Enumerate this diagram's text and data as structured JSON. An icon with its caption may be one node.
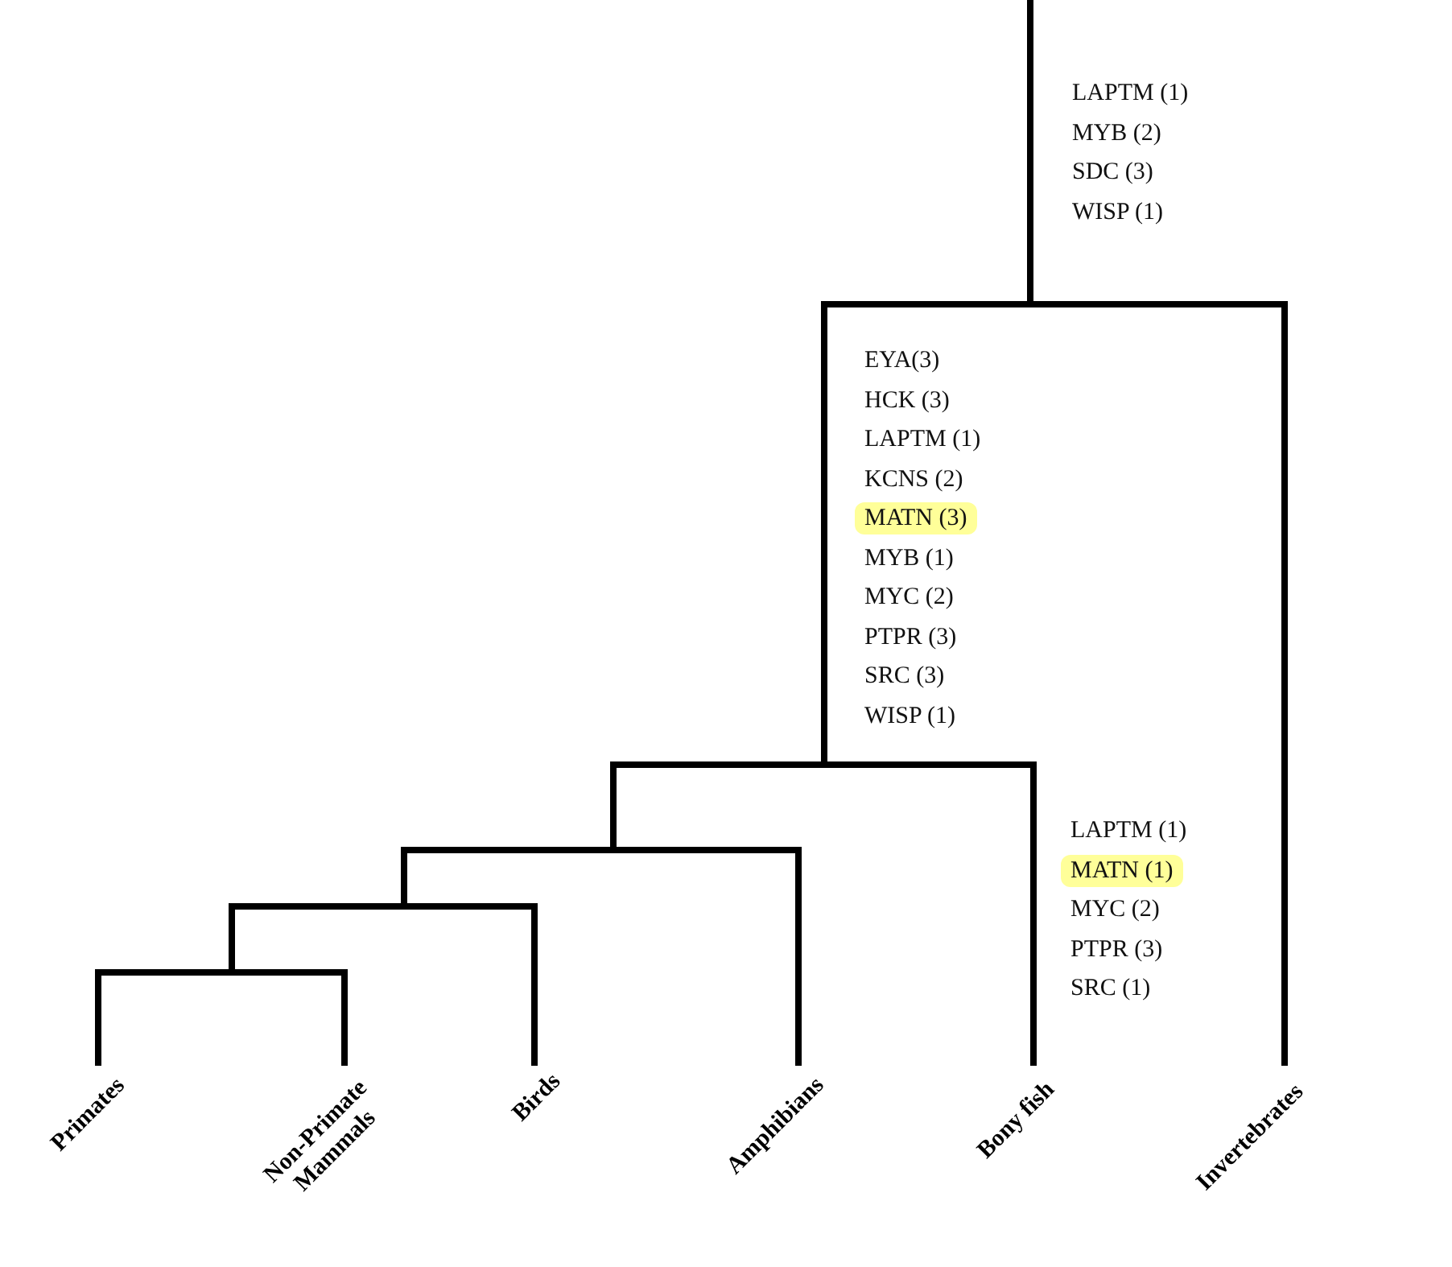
{
  "diagram": {
    "nodes": [
      {
        "text": [],
        "shape": "bar"
      },
      {
        "text": [
          "MATN (3)"
        ]
      },
      {
        "text": [],
        "shape": "bar"
      },
      {
        "text": [],
        "shape": "bar"
      },
      {
        "text": [
          "MATN (1)"
        ]
      },
      {
        "text": [],
        "shape": "bar"
      },
      {
        "text": [],
        "shape": "bar"
      },
      {
        "text": [
          "Primates"
        ]
      },
      {
        "text": [
          "Non-Primate Mammals"
        ]
      },
      {
        "text": [
          "Birds"
        ]
      },
      {
        "text": [
          "Amphibians"
        ]
      },
      {
        "text": [
          "Bony fish"
        ]
      },
      {
        "text": [
          "Invertebrates"
        ]
      }
    ],
    "edges": [
      {
        "from": null,
        "to": 0,
        "arrow": "none"
      },
      {
        "from": 0,
        "to": 2,
        "arrow": "none"
      },
      {
        "from": 0,
        "to": 12,
        "arrow": "none"
      },
      {
        "from": 2,
        "to": 3,
        "arrow": "none"
      },
      {
        "from": 2,
        "to": 11,
        "arrow": "none"
      },
      {
        "from": 3,
        "to": 5,
        "arrow": "none"
      },
      {
        "from": 3,
        "to": 10,
        "arrow": "none"
      },
      {
        "from": 5,
        "to": 6,
        "arrow": "none"
      },
      {
        "from": 5,
        "to": 9,
        "arrow": "none"
      },
      {
        "from": 6,
        "to": 7,
        "arrow": "none"
      },
      {
        "from": 6,
        "to": 8,
        "arrow": "none"
      }
    ],
    "labels": [
      "LAPTM (1)",
      "MYB (2)",
      "SDC (3)",
      "WISP (1)",
      "EYA(3)",
      "HCK (3)",
      "LAPTM (1)",
      "KCNS (2)",
      "MYB (1)",
      "MYC (2)",
      "PTPR (3)",
      "SRC (3)",
      "WISP (1)",
      "LAPTM (1)",
      "MYC (2)",
      "PTPR (3)",
      "SRC (1)"
    ]
  }
}
